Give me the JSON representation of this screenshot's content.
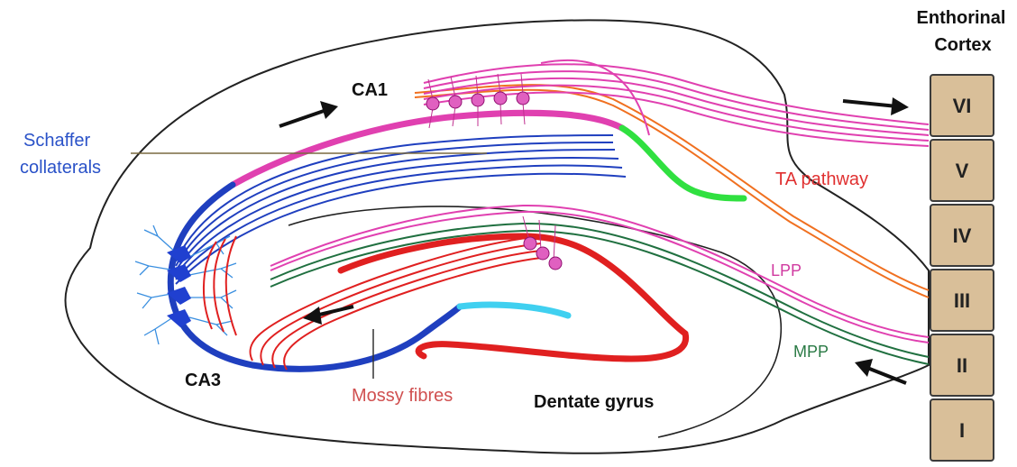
{
  "labels": {
    "ca1": "CA1",
    "ca3": "CA3",
    "dentate_gyrus": "Dentate gyrus",
    "schaffer_line1": "Schaffer",
    "schaffer_line2": "collaterals",
    "mossy_fibres": "Mossy fibres",
    "ta_pathway": "TA pathway",
    "lpp": "LPP",
    "mpp": "MPP",
    "cortex_line1": "Enthorinal",
    "cortex_line2": "Cortex"
  },
  "cortex_layers": [
    "VI",
    "V",
    "IV",
    "III",
    "II",
    "I"
  ],
  "colors": {
    "schaffer": "#1f3fbf",
    "ca3": "#1f3fbf",
    "ca1": "#e040b0",
    "pyramidal_cell": "#e060c0",
    "mossy": "#e02020",
    "ta_pathway": "#f07020",
    "lpp": "#e040b0",
    "mpp": "#207040",
    "distal_ca1": "#30e040",
    "dentate_tip": "#40d0f0",
    "layer_fill": "#d9bf99",
    "mossy_label": "#d05050",
    "ta_label": "#e03030"
  }
}
